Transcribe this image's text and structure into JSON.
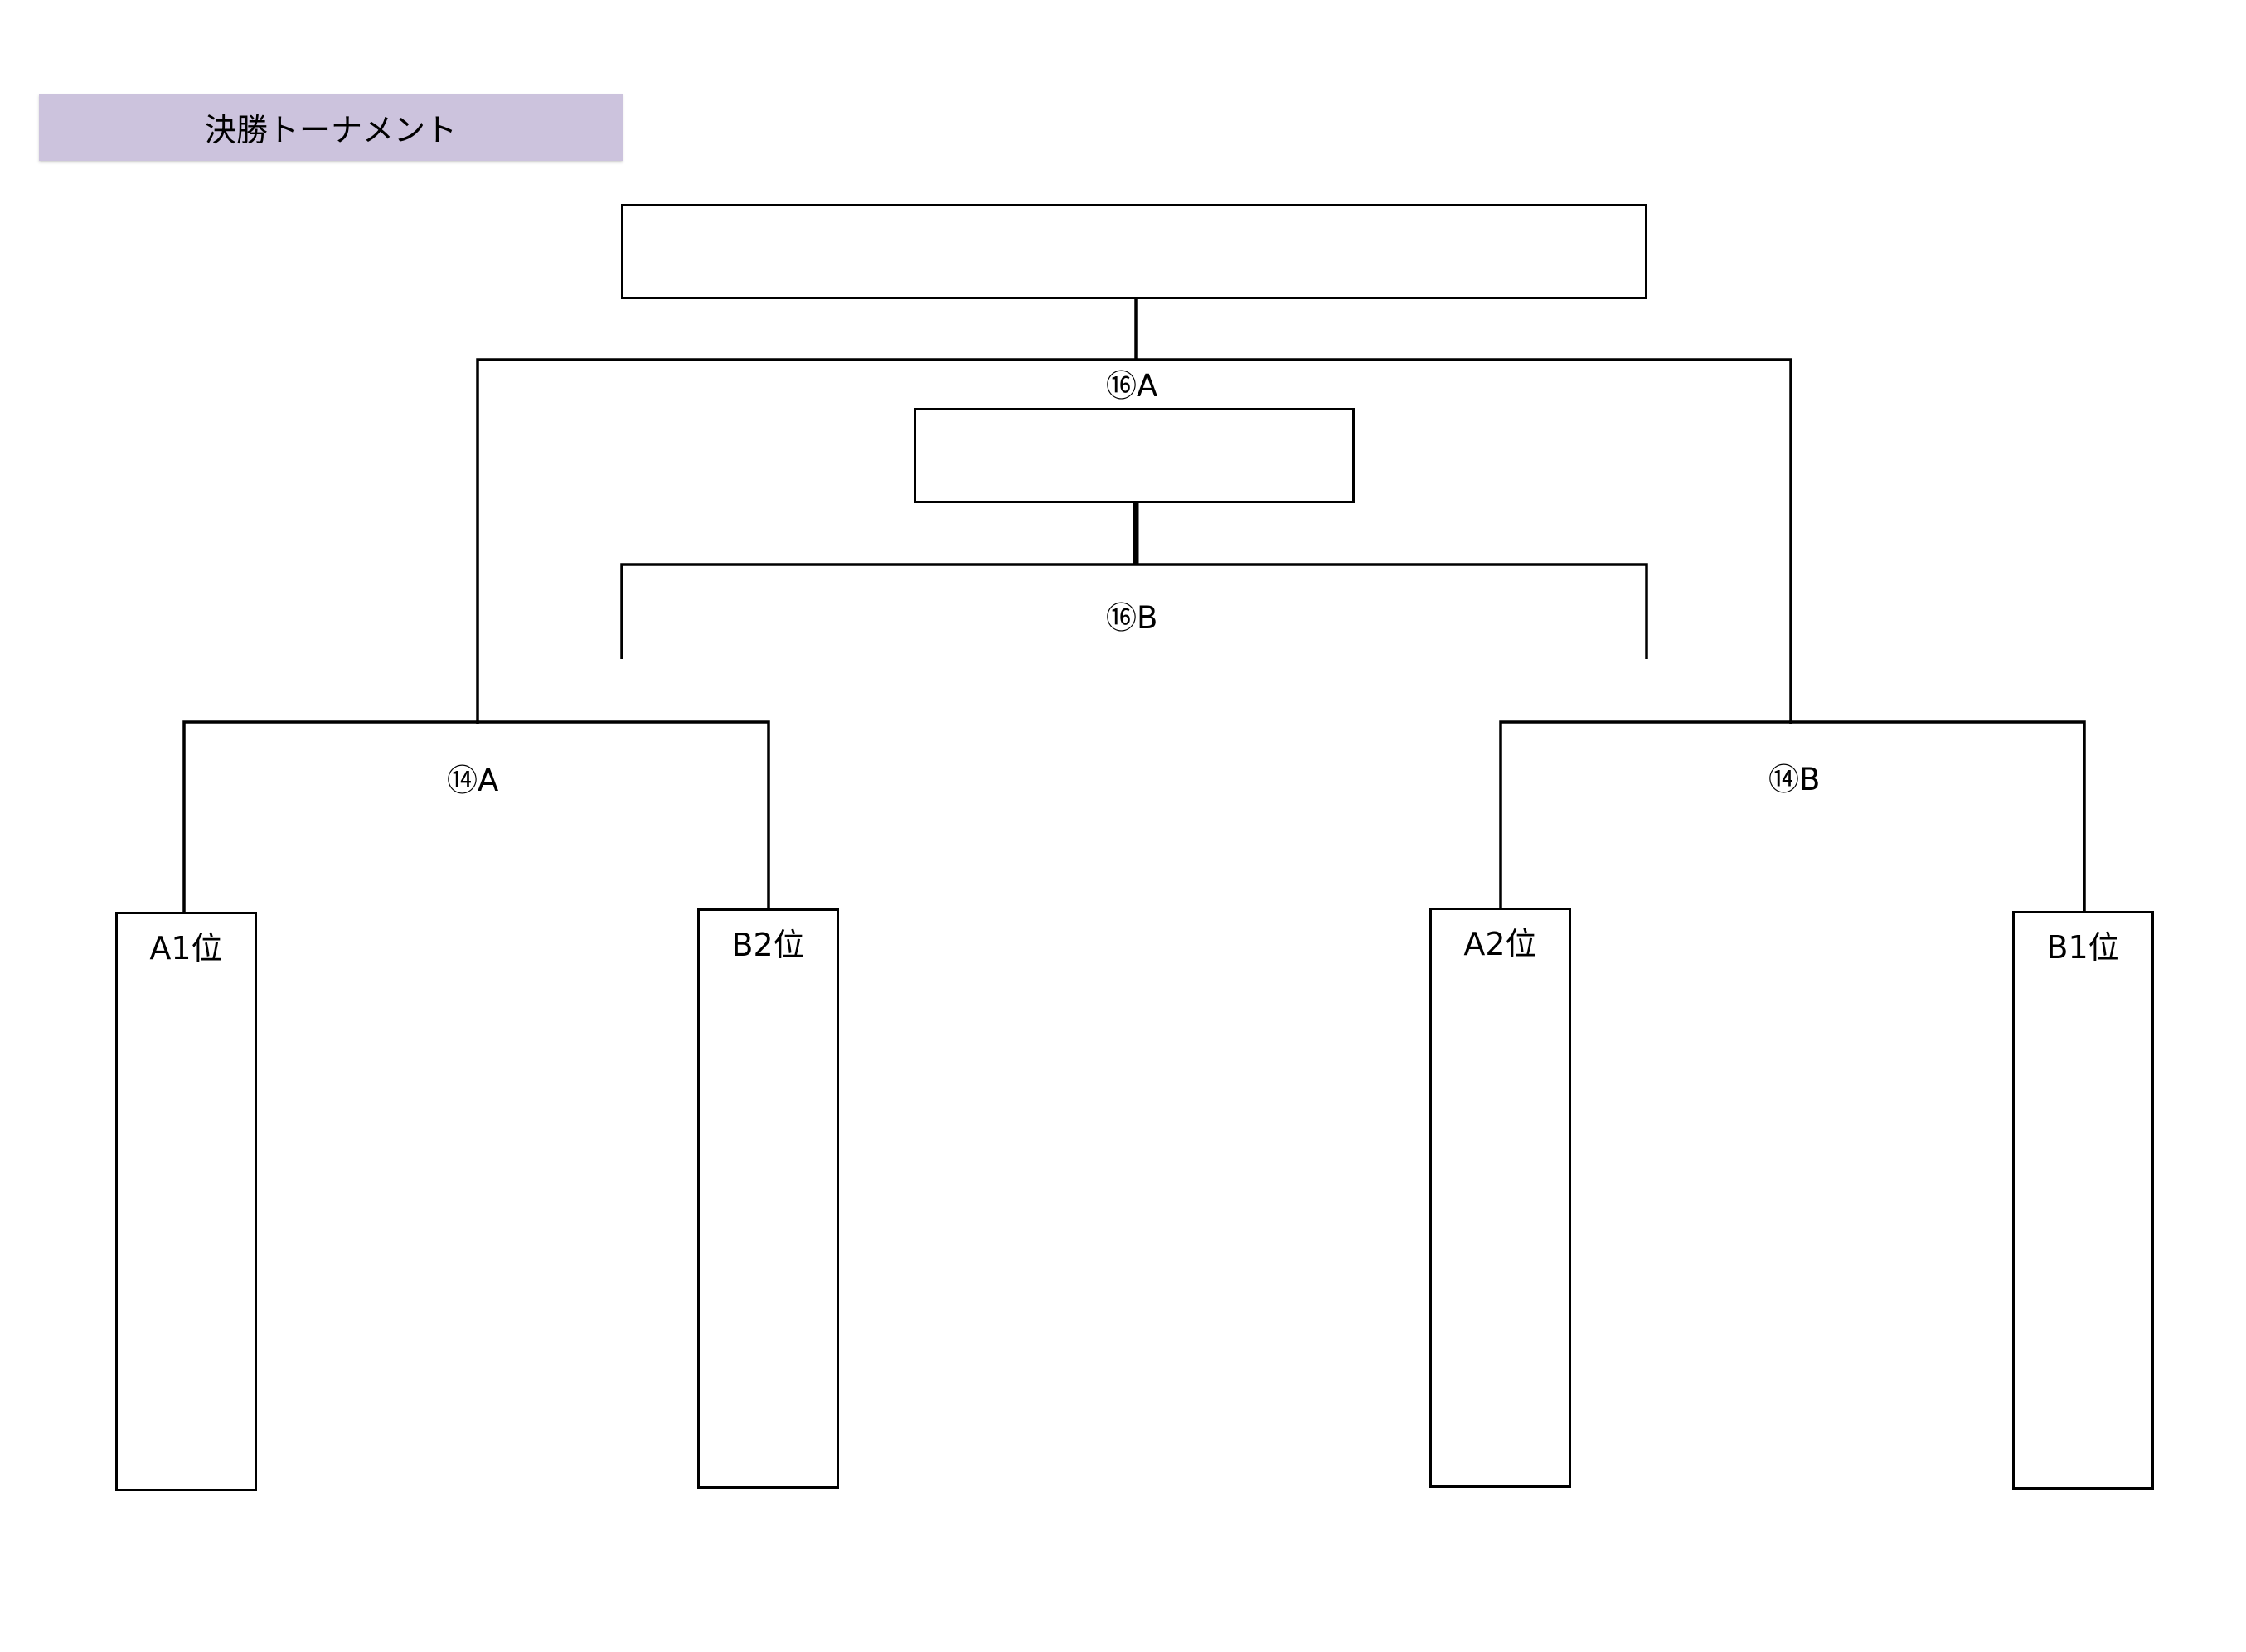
{
  "title": "決勝トーナメント",
  "matches": {
    "final": "⑯A",
    "third_place": "⑯B",
    "semi_left": "⑭A",
    "semi_right": "⑭B"
  },
  "teams": {
    "a1": "A1位",
    "b2": "B2位",
    "a2": "A2位",
    "b1": "B1位"
  },
  "colors": {
    "banner": "#ccc3dd",
    "line": "#000000"
  }
}
